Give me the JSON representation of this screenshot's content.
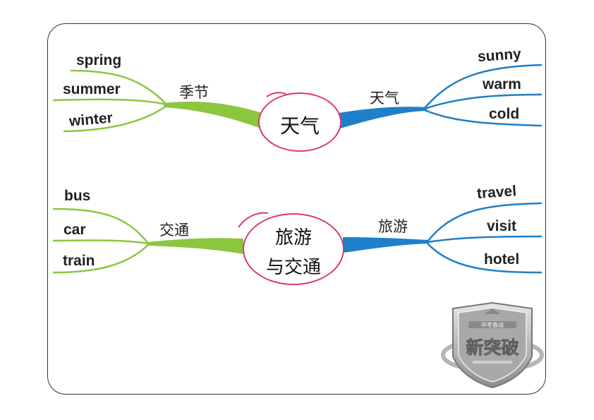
{
  "colors": {
    "green": "#8cc63f",
    "blue": "#1f7fc9",
    "oval": "#d83c6b",
    "text": "#222222"
  },
  "map1": {
    "center": "天气",
    "left": {
      "label": "季节",
      "leaves": [
        "spring",
        "summer",
        "winter"
      ]
    },
    "right": {
      "label": "天气",
      "leaves": [
        "sunny",
        "warm",
        "cold"
      ]
    }
  },
  "map2": {
    "center_line1": "旅游",
    "center_line2": "与交通",
    "left": {
      "label": "交通",
      "leaves": [
        "bus",
        "car",
        "train"
      ]
    },
    "right": {
      "label": "旅游",
      "leaves": [
        "travel",
        "visit",
        "hotel"
      ]
    }
  },
  "badge": {
    "icon": "shield-logo-icon",
    "text_top": "中考备战",
    "text_main": "新突破"
  }
}
